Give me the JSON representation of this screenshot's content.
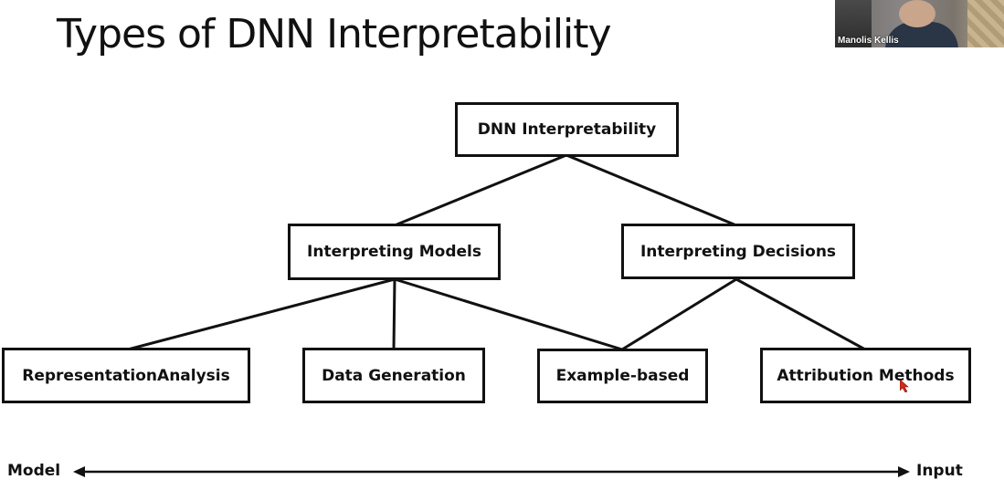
{
  "slide": {
    "title": "Types of DNN Interpretability"
  },
  "diagram": {
    "root": "DNN Interpretability",
    "level1": {
      "models": "Interpreting Models",
      "decisions": "Interpreting Decisions"
    },
    "level2": {
      "representation": "RepresentationAnalysis",
      "data_generation": "Data Generation",
      "example_based": "Example-based",
      "attribution": "Attribution Methods"
    }
  },
  "axis": {
    "left_label": "Model",
    "right_label": "Input"
  },
  "video_tile": {
    "participant_name": "Manolis Kellis"
  },
  "colors": {
    "line": "#111111",
    "cursor": "#d42a1a"
  }
}
